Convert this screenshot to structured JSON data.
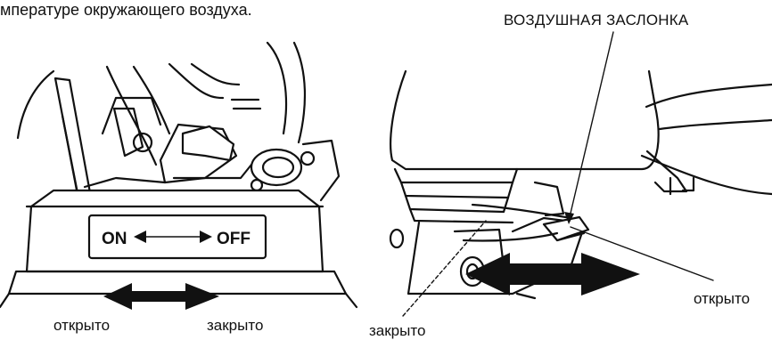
{
  "intro_text": "мпературе окружающего воздуха.",
  "left_figure": {
    "switch_on": "ON",
    "switch_off": "OFF",
    "open_label": "открыто",
    "closed_label": "закрыто"
  },
  "right_figure": {
    "callout": "ВОЗДУШНАЯ ЗАСЛОНКА",
    "open_label": "открыто",
    "closed_label": "закрыто"
  }
}
